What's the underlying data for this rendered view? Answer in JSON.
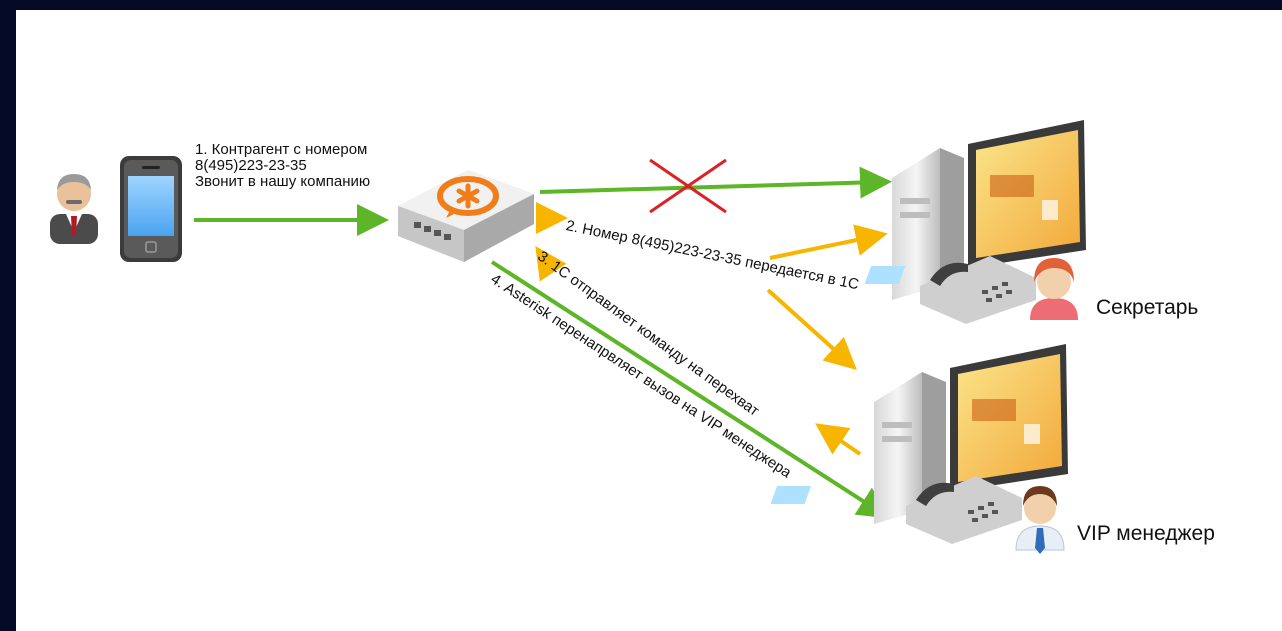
{
  "colors": {
    "background": "#050b26",
    "canvas": "#ffffff",
    "green": "#5db528",
    "orange": "#f7b500",
    "cross": "#dd1f26"
  },
  "labels": {
    "step1": {
      "line1": "1. Контрагент с номером",
      "line2": "8(495)223-23-35",
      "line3": "Звонит в нашу компанию"
    },
    "step2": "2. Номер 8(495)223-23-35 передается в 1С",
    "step3": "3. 1С отправляет команду на перехват",
    "step4": "4. Asterisk перенапрвляет вызов на VIP  менеджера"
  },
  "roles": {
    "secretary": "Секретарь",
    "vip": "VIP менеджер"
  },
  "icons": [
    "caller-person-icon",
    "mobile-phone-icon",
    "asterisk-pbx-icon",
    "computer-1c-icon",
    "desk-phone-icon",
    "secretary-person-icon",
    "manager-person-icon",
    "blocked-cross-icon"
  ]
}
